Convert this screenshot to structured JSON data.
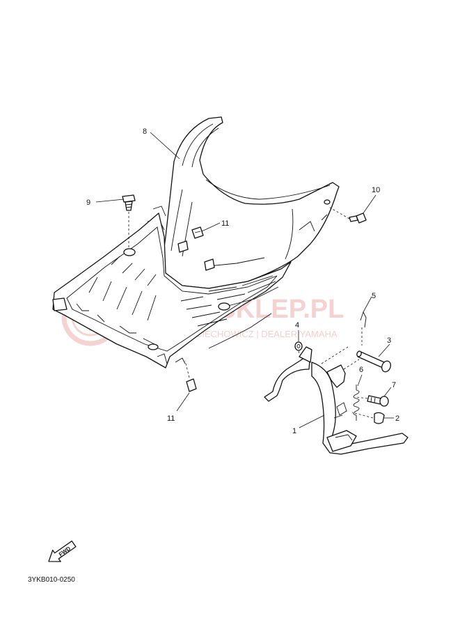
{
  "watermark": {
    "main": "YAMASKLEP.PL",
    "sub": "WOJCIECHOWICZ | DEALER YAMAHA",
    "color": "#f2c4c4"
  },
  "callouts": [
    {
      "id": "1",
      "label": "1"
    },
    {
      "id": "2",
      "label": "2"
    },
    {
      "id": "3",
      "label": "3"
    },
    {
      "id": "4",
      "label": "4"
    },
    {
      "id": "5",
      "label": "5"
    },
    {
      "id": "6",
      "label": "6"
    },
    {
      "id": "7",
      "label": "7"
    },
    {
      "id": "8",
      "label": "8"
    },
    {
      "id": "9",
      "label": "9"
    },
    {
      "id": "10",
      "label": "10"
    },
    {
      "id": "11a",
      "label": "11"
    },
    {
      "id": "11b",
      "label": "11"
    }
  ],
  "fwd_label": "FWD",
  "diagram_code": "3YKB010-0250"
}
